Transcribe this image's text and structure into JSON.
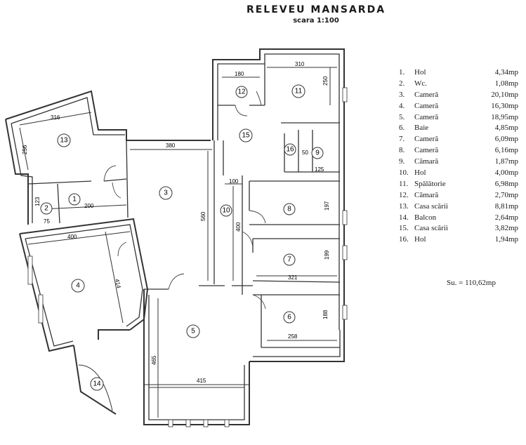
{
  "title": "RELEVEU MANSARDA",
  "scale": "scara 1:100",
  "rooms": [
    {
      "no": "1.",
      "name": "Hol",
      "area": "4,34mp"
    },
    {
      "no": "2.",
      "name": "Wc.",
      "area": "1,08mp"
    },
    {
      "no": "3.",
      "name": "Cameră",
      "area": "20,10mp"
    },
    {
      "no": "4.",
      "name": "Cameră",
      "area": "16,30mp"
    },
    {
      "no": "5.",
      "name": "Cameră",
      "area": "18,95mp"
    },
    {
      "no": "6.",
      "name": "Baie",
      "area": "4,85mp"
    },
    {
      "no": "7.",
      "name": "Cameră",
      "area": "6,09mp"
    },
    {
      "no": "8.",
      "name": "Cameră",
      "area": "6,16mp"
    },
    {
      "no": "9.",
      "name": "Cămară",
      "area": "1,87mp"
    },
    {
      "no": "10.",
      "name": "Hol",
      "area": "4,00mp"
    },
    {
      "no": "11.",
      "name": "Spălătorie",
      "area": "6,98mp"
    },
    {
      "no": "12.",
      "name": "Cămară",
      "area": "2,70mp"
    },
    {
      "no": "13.",
      "name": "Casa scării",
      "area": "8,81mp"
    },
    {
      "no": "14.",
      "name": "Balcon",
      "area": "2,64mp"
    },
    {
      "no": "15.",
      "name": "Casa scării",
      "area": "3,82mp"
    },
    {
      "no": "16.",
      "name": "Hol",
      "area": "1,94mp"
    }
  ],
  "total": "Su. = 110,62mp",
  "plan_labels": {
    "r1": "1",
    "r2": "2",
    "r3": "3",
    "r4": "4",
    "r5": "5",
    "r6": "6",
    "r7": "7",
    "r8": "8",
    "r9": "9",
    "r10": "10",
    "r11": "11",
    "r12": "12",
    "r13": "13",
    "r14": "14",
    "r15": "15",
    "r16": "16"
  },
  "dimensions": {
    "d316": "316",
    "d256": "256",
    "d123": "123",
    "d75": "75",
    "d200": "200",
    "d400": "400",
    "d414": "414",
    "d380": "380",
    "d560": "560",
    "d100": "100",
    "d400b": "400",
    "d180": "180",
    "d310": "310",
    "d250": "250",
    "d50": "50",
    "d125": "125",
    "d197": "197",
    "d199": "199",
    "d321": "321",
    "d188": "188",
    "d258": "258",
    "d465": "465",
    "d415": "415"
  }
}
